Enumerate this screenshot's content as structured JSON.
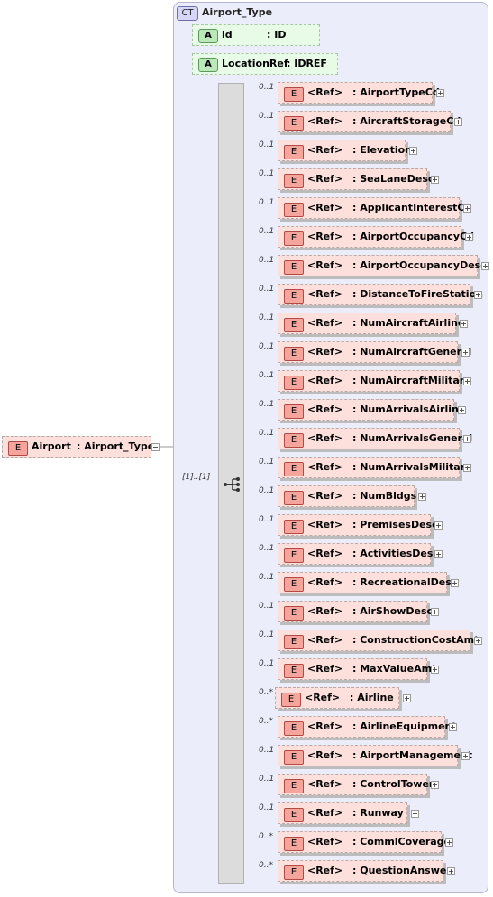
{
  "complex_type": {
    "badge": "CT",
    "name": "Airport_Type"
  },
  "root": {
    "badge": "E",
    "name": "Airport",
    "type": ": Airport_Type"
  },
  "attributes": [
    {
      "badge": "A",
      "name": "id",
      "type": ": ID"
    },
    {
      "badge": "A",
      "name": "LocationRef",
      "type": ": IDREF"
    }
  ],
  "sequence": {
    "multiplicity": "[1]..[1]"
  },
  "elements": [
    {
      "badge": "E",
      "ref": "<Ref>",
      "name": ": AirportTypeCd",
      "occ": "0..1"
    },
    {
      "badge": "E",
      "ref": "<Ref>",
      "name": ": AircraftStorageCd",
      "occ": "0..1"
    },
    {
      "badge": "E",
      "ref": "<Ref>",
      "name": ": Elevation",
      "occ": "0..1"
    },
    {
      "badge": "E",
      "ref": "<Ref>",
      "name": ": SeaLaneDesc",
      "occ": "0..1"
    },
    {
      "badge": "E",
      "ref": "<Ref>",
      "name": ": ApplicantInterestCd",
      "occ": "0..1"
    },
    {
      "badge": "E",
      "ref": "<Ref>",
      "name": ": AirportOccupancyCd",
      "occ": "0..1"
    },
    {
      "badge": "E",
      "ref": "<Ref>",
      "name": ": AirportOccupancyDesc",
      "occ": "0..1"
    },
    {
      "badge": "E",
      "ref": "<Ref>",
      "name": ": DistanceToFireStation",
      "occ": "0..1"
    },
    {
      "badge": "E",
      "ref": "<Ref>",
      "name": ": NumAircraftAirline",
      "occ": "0..1"
    },
    {
      "badge": "E",
      "ref": "<Ref>",
      "name": ": NumAircraftGeneral",
      "occ": "0..1"
    },
    {
      "badge": "E",
      "ref": "<Ref>",
      "name": ": NumAircraftMilitary",
      "occ": "0..1"
    },
    {
      "badge": "E",
      "ref": "<Ref>",
      "name": ": NumArrivalsAirline",
      "occ": "0..1"
    },
    {
      "badge": "E",
      "ref": "<Ref>",
      "name": ": NumArrivalsGeneral",
      "occ": "0..1"
    },
    {
      "badge": "E",
      "ref": "<Ref>",
      "name": ": NumArrivalsMilitary",
      "occ": "0..1"
    },
    {
      "badge": "E",
      "ref": "<Ref>",
      "name": ": NumBldgs",
      "occ": "0..1"
    },
    {
      "badge": "E",
      "ref": "<Ref>",
      "name": ": PremisesDesc",
      "occ": "0..1"
    },
    {
      "badge": "E",
      "ref": "<Ref>",
      "name": ": ActivitiesDesc",
      "occ": "0..1"
    },
    {
      "badge": "E",
      "ref": "<Ref>",
      "name": ": RecreationalDesc",
      "occ": "0..1"
    },
    {
      "badge": "E",
      "ref": "<Ref>",
      "name": ": AirShowDesc",
      "occ": "0..1"
    },
    {
      "badge": "E",
      "ref": "<Ref>",
      "name": ": ConstructionCostAmt",
      "occ": "0..1"
    },
    {
      "badge": "E",
      "ref": "<Ref>",
      "name": ": MaxValueAmt",
      "occ": "0..1"
    },
    {
      "badge": "E",
      "ref": "<Ref>",
      "name": ": Airline",
      "occ": "0..*"
    },
    {
      "badge": "E",
      "ref": "<Ref>",
      "name": ": AirlineEquipment",
      "occ": "0..*"
    },
    {
      "badge": "E",
      "ref": "<Ref>",
      "name": ": AirportManagement",
      "occ": "0..1"
    },
    {
      "badge": "E",
      "ref": "<Ref>",
      "name": ": ControlTower",
      "occ": "0..1"
    },
    {
      "badge": "E",
      "ref": "<Ref>",
      "name": ": Runway",
      "occ": "0..1"
    },
    {
      "badge": "E",
      "ref": "<Ref>",
      "name": ": CommlCoverage",
      "occ": "0..*"
    },
    {
      "badge": "E",
      "ref": "<Ref>",
      "name": ": QuestionAnswer",
      "occ": "0..*"
    }
  ]
}
